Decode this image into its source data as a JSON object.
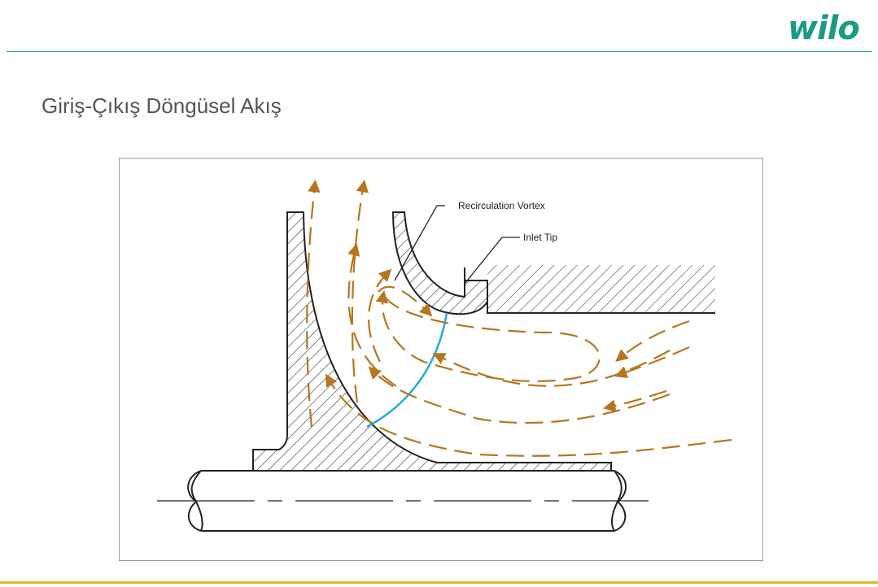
{
  "brand": {
    "logo_text": "wilo",
    "accent_color": "#1a9b82",
    "footer_color": "#f0b424"
  },
  "slide": {
    "title": "Giriş-Çıkış Döngüsel Akış"
  },
  "diagram": {
    "labels": {
      "vortex": "Recirculation Vortex",
      "inlet_tip": "Inlet Tip"
    },
    "colors": {
      "flow_arrow": "#b5761e",
      "inlet_edge": "#2aa8e0",
      "structure": "#222222"
    }
  }
}
